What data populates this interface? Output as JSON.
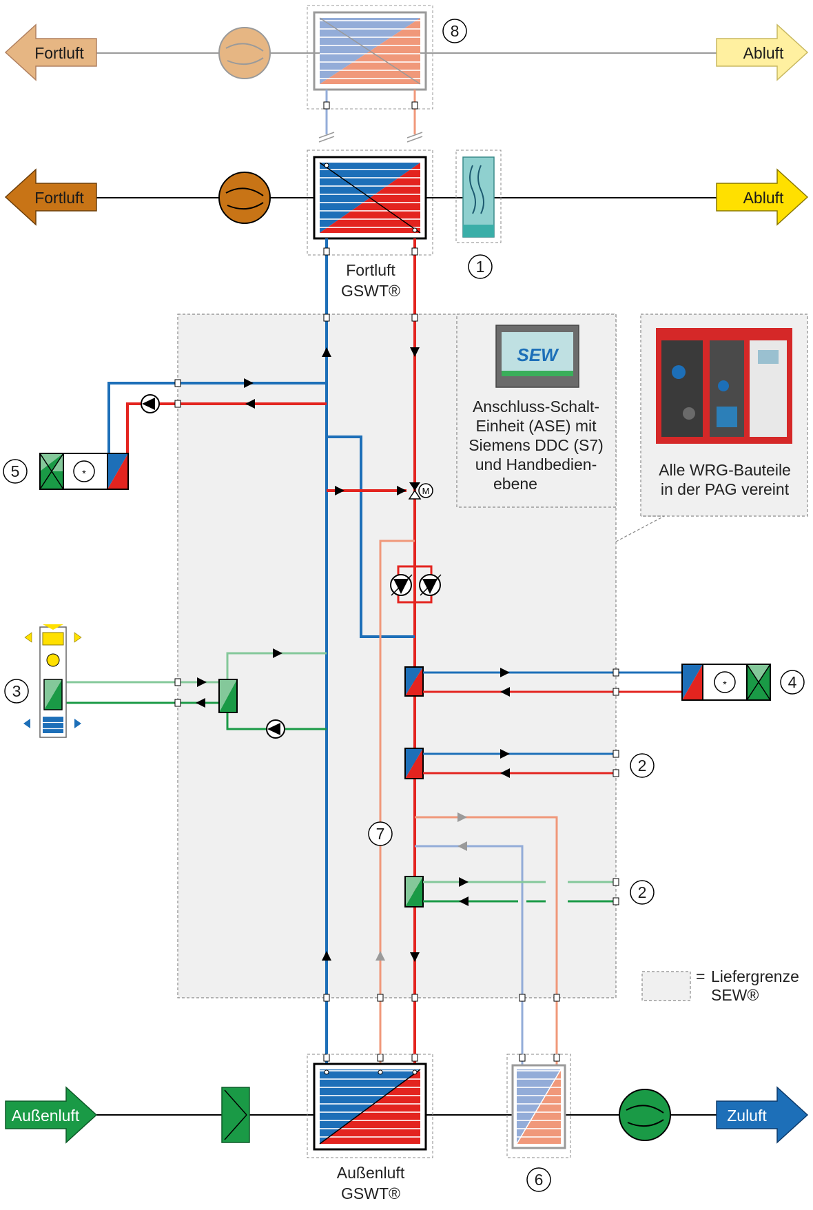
{
  "title": "",
  "colors": {
    "blue": "#1d6fb8",
    "red": "#e3241f",
    "green": "#1a9a46",
    "light_green": "#84c89a",
    "salmon": "#f0987a",
    "light_blue": "#93acd8",
    "orange": "#c87416",
    "yellow": "#ffe000",
    "panel_grey": "#f0f0f0"
  },
  "air_labels": {
    "fortluft_top": "Fortluft",
    "abluft_top": "Abluft",
    "fortluft": "Fortluft",
    "abluft": "Abluft",
    "aussenluft": "Außenluft",
    "zuluft": "Zuluft"
  },
  "exchangers": {
    "fortluft_line1": "Fortluft",
    "fortluft_line2": "GSWT®",
    "aussenluft_line1": "Außenluft",
    "aussenluft_line2": "GSWT®"
  },
  "markers": {
    "m1": "1",
    "m2a": "2",
    "m2b": "2",
    "m3": "3",
    "m4": "4",
    "m5": "5",
    "m6": "6",
    "m7": "7",
    "m8": "8"
  },
  "ase_box": {
    "screen_brand": "SEW",
    "line1": "Anschluss-Schalt-",
    "line2": "Einheit (ASE) mit",
    "line3": "Siemens DDC (S7)",
    "line4": "und Handbedien-",
    "line5": "ebene"
  },
  "pag_box": {
    "line1": "Alle WRG-Bauteile",
    "line2": "in der PAG vereint"
  },
  "valve_label": "M",
  "legend": {
    "eq": "=",
    "line1": "Liefergrenze",
    "line2": "SEW®"
  },
  "icons": [
    "fan-icon",
    "pump-icon",
    "filter-icon",
    "humidifier-icon",
    "heat-exchanger-icon",
    "three-way-valve-icon",
    "double-pump-icon"
  ]
}
